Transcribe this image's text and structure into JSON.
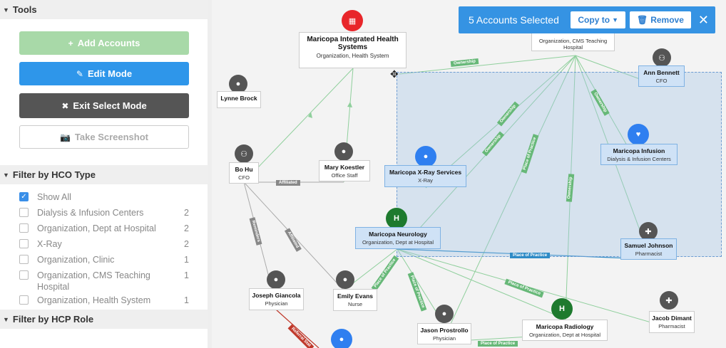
{
  "sidebar": {
    "tools_title": "Tools",
    "add_accounts": "Add Accounts",
    "edit_mode": "Edit Mode",
    "exit_select": "Exit Select Mode",
    "take_screenshot": "Take Screenshot",
    "filter_hco_title": "Filter by HCO Type",
    "filter_hcp_title": "Filter by HCP Role",
    "hco_types": [
      {
        "label": "Show All",
        "count": "",
        "checked": true
      },
      {
        "label": "Dialysis & Infusion Centers",
        "count": "2"
      },
      {
        "label": "Organization, Dept at Hospital",
        "count": "2"
      },
      {
        "label": "X-Ray",
        "count": "2"
      },
      {
        "label": "Organization, Clinic",
        "count": "1"
      },
      {
        "label": "Organization, CMS Teaching Hospital",
        "count": "1"
      },
      {
        "label": "Organization, Health System",
        "count": "1"
      }
    ]
  },
  "banner": {
    "title": "5 Accounts Selected",
    "copy_to": "Copy to",
    "remove": "Remove"
  },
  "nodes": {
    "health_system": {
      "name": "Maricopa Integrated Health Systems",
      "sub": "Organization, Health System"
    },
    "teaching": {
      "sub": "Organization, CMS Teaching Hospital"
    },
    "lynne": {
      "name": "Lynne Brock"
    },
    "bohu": {
      "name": "Bo Hu",
      "sub": "CFO"
    },
    "mary": {
      "name": "Mary Koestler",
      "sub": "Office Staff"
    },
    "ann": {
      "name": "Ann Bennett",
      "sub": "CFO"
    },
    "xray": {
      "name": "Maricopa X-Ray Services",
      "sub": "X-Ray"
    },
    "infusion": {
      "name": "Maricopa Infusion",
      "sub": "Dialysis & Infusion Centers"
    },
    "neurology": {
      "name": "Maricopa Neurology",
      "sub": "Organization, Dept at Hospital"
    },
    "samuel": {
      "name": "Samuel Johnson",
      "sub": "Pharmacist"
    },
    "joseph": {
      "name": "Joseph Giancola",
      "sub": "Physician"
    },
    "emily": {
      "name": "Emily Evans",
      "sub": "Nurse"
    },
    "jason": {
      "name": "Jason Prostrollo",
      "sub": "Physician"
    },
    "radiology": {
      "name": "Maricopa Radiology",
      "sub": "Organization, Dept at Hospital"
    },
    "jacob": {
      "name": "Jacob Dimant",
      "sub": "Pharmacist"
    }
  },
  "edge_labels": {
    "ownership": "Ownership",
    "affiliated": "Affiliated",
    "place_of_practice": "Place of Practice",
    "reminders": "Reminders",
    "referral": "Referral Stat"
  },
  "colors": {
    "accent": "#3593e3",
    "edge_green": "#8fcf9c",
    "edge_gray": "#aaaaaa",
    "edge_blue": "#2f8bc6",
    "edge_red": "#c0392b"
  }
}
